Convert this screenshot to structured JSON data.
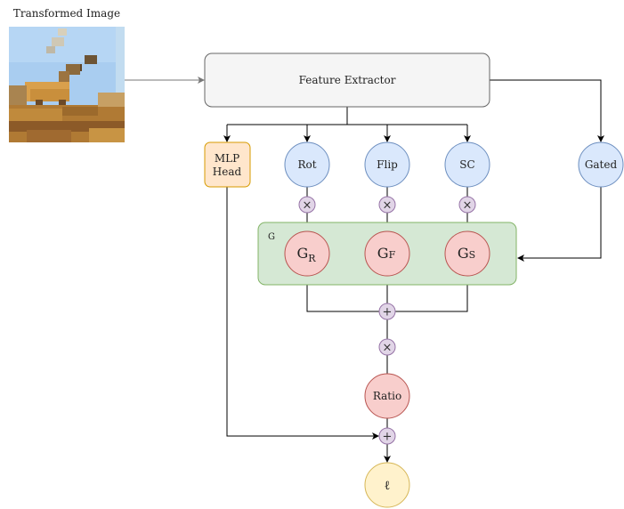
{
  "diagram": {
    "image_caption": "Transformed Image",
    "feature_extractor_label": "Feature Extractor",
    "mlp_head_line1": "MLP",
    "mlp_head_line2": "Head",
    "rot_label": "Rot",
    "flip_label": "Flip",
    "sc_label": "SC",
    "gated_label": "Gated",
    "group_label": "G",
    "g_r_main": "G",
    "g_r_sub": "R",
    "g_f_main": "G",
    "g_f_sub": "F",
    "g_s_main": "G",
    "g_s_sub": "S",
    "ratio_label": "Ratio",
    "loss_label": "ℓ",
    "op_multiply": "×",
    "op_add": "+"
  },
  "colors": {
    "feature_extractor_fill": "#f5f5f5",
    "feature_extractor_stroke": "#666666",
    "mlp_fill": "#ffe6cc",
    "mlp_stroke": "#d79b00",
    "blue_fill": "#dae8fc",
    "blue_stroke": "#6c8ebf",
    "group_fill": "#d5e8d4",
    "group_stroke": "#82b366",
    "red_fill": "#f8cecc",
    "red_stroke": "#b85450",
    "op_fill": "#e1d5e7",
    "op_stroke": "#9673a6",
    "loss_fill": "#fff2cc",
    "loss_stroke": "#d6b656"
  }
}
